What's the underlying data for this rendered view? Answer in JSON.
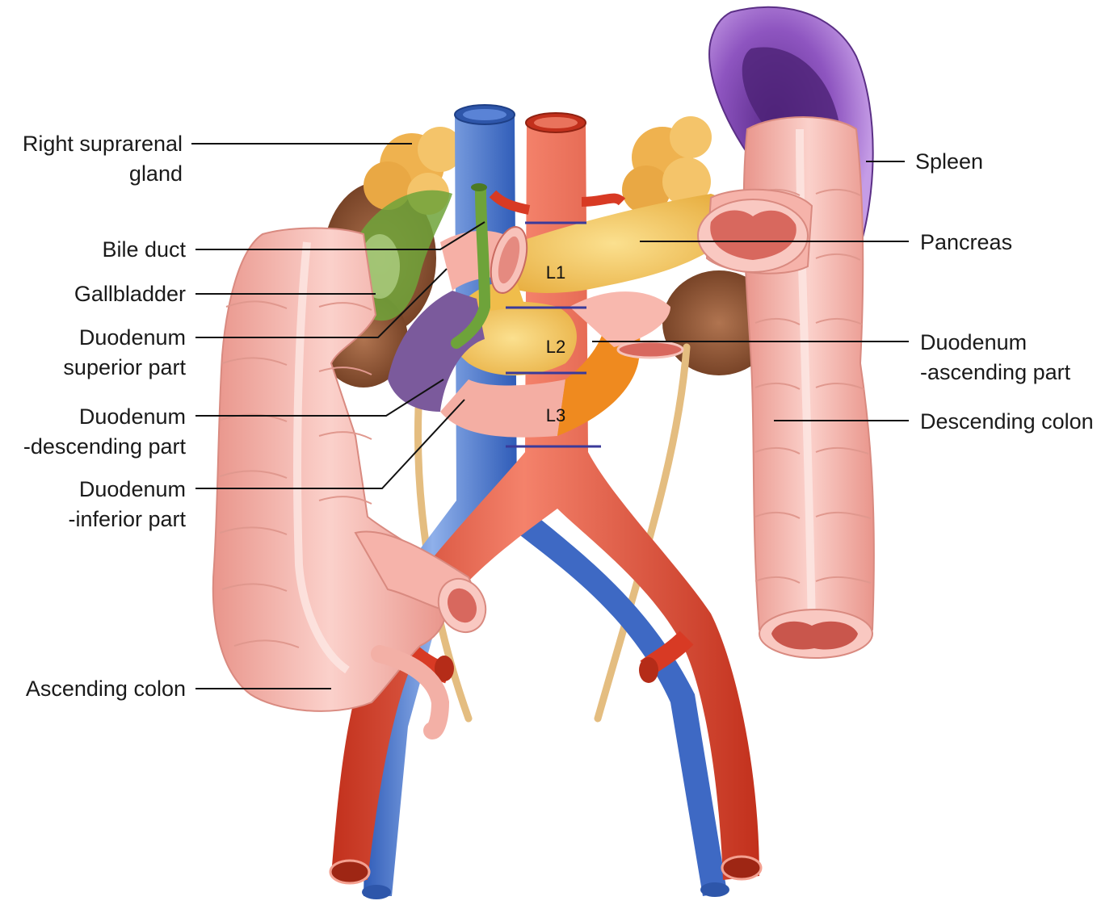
{
  "labels_left": {
    "suprarenal": [
      "Right suprarenal",
      "gland"
    ],
    "bile_duct": "Bile duct",
    "gallbladder": "Gallbladder",
    "duo_superior": [
      "Duodenum",
      "superior part"
    ],
    "duo_descending": [
      "Duodenum",
      "-descending part"
    ],
    "duo_inferior": [
      "Duodenum",
      "-inferior part"
    ],
    "ascending_colon": "Ascending colon"
  },
  "labels_right": {
    "spleen": "Spleen",
    "pancreas": "Pancreas",
    "duo_ascending": [
      "Duodenum",
      "-ascending part"
    ],
    "descending_colon": "Descending colon"
  },
  "vertebrae": [
    "L1",
    "L2",
    "L3"
  ],
  "colors": {
    "colon": "#f6b6ad",
    "colon_dark": "#e0877e",
    "ivc": "#4a78d0",
    "aorta": "#e2412b",
    "pancreas": "#f2c24f",
    "suprarenal": "#eeb050",
    "kidney": "#8a4d2c",
    "spleen": "#8e55c0",
    "gallbladder": "#6ea33a",
    "duodenum_sup": "#7a5fa0",
    "duodenum_asc": "#ee8a1e",
    "ureter": "#e8c48a",
    "level_line": "#3a3a9a"
  }
}
